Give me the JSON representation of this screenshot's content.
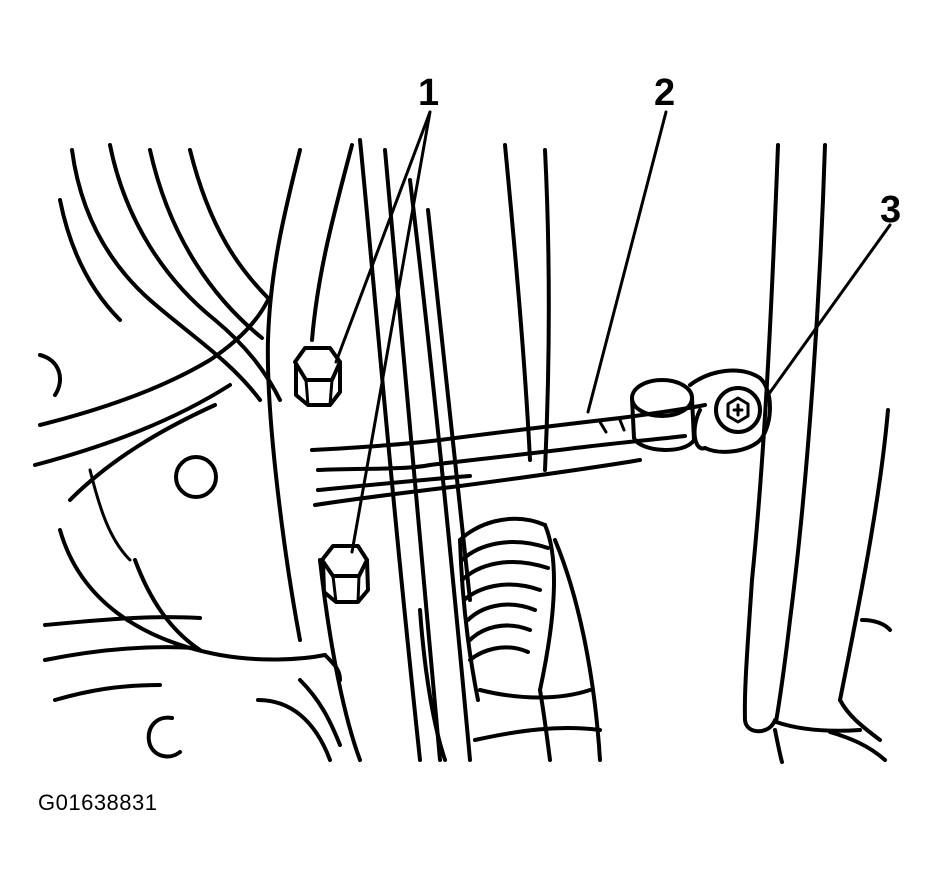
{
  "callouts": [
    {
      "id": "1",
      "label": "1"
    },
    {
      "id": "2",
      "label": "2"
    },
    {
      "id": "3",
      "label": "3"
    }
  ],
  "figure_id": "G01638831"
}
